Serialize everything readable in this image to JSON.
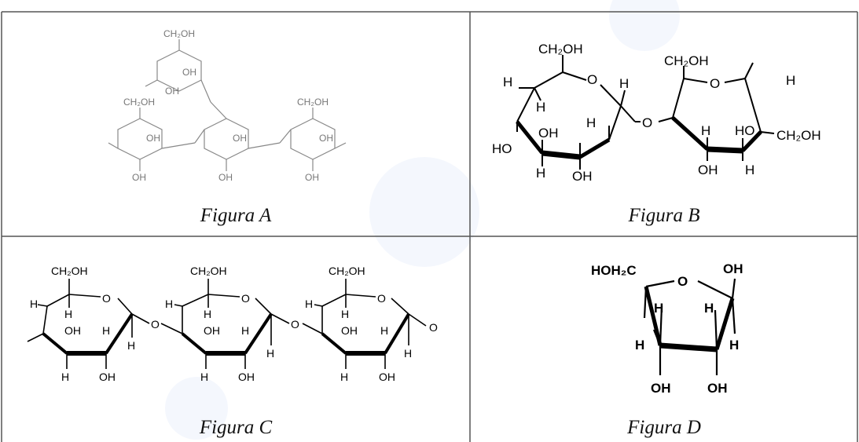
{
  "captions": {
    "a": "Figura A",
    "b": "Figura B",
    "c": "Figura C",
    "d": "Figura D"
  },
  "figure_a": {
    "ch2oh": "CH₂OH",
    "oh": "OH"
  },
  "figure_b": {
    "ch2oh": "CH₂OH",
    "h": "H",
    "o": "O",
    "oh": "OH",
    "ho": "HO"
  },
  "figure_c": {
    "ch2oh": "CH₂OH",
    "h": "H",
    "o": "O",
    "oh": "OH"
  },
  "figure_d": {
    "hoh2c": "HOH₂C",
    "o": "O",
    "oh": "OH",
    "h": "H"
  },
  "colors": {
    "border": "#555555",
    "watermark": "#3d6fd6"
  }
}
